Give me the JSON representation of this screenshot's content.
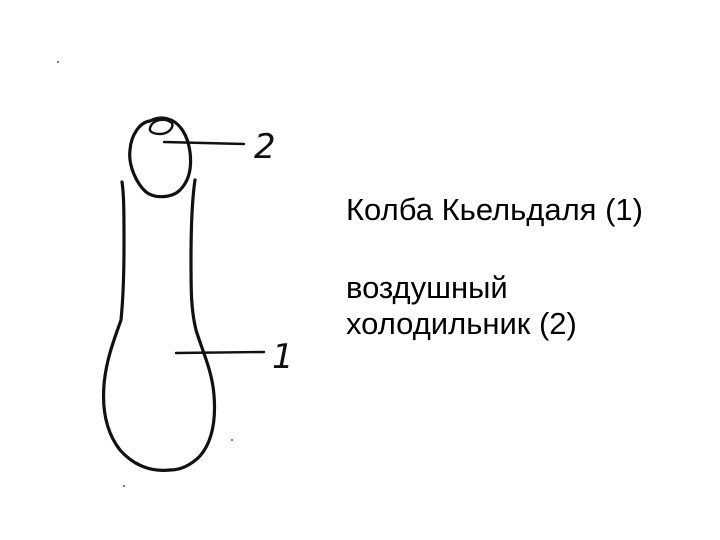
{
  "diagram": {
    "callouts": {
      "flask_number": "1",
      "condenser_number": "2"
    }
  },
  "captions": {
    "flask": "Колба Кьельдаля (1)",
    "condenser_line1": "воздушный",
    "condenser_line2": "холодильник (2)"
  }
}
